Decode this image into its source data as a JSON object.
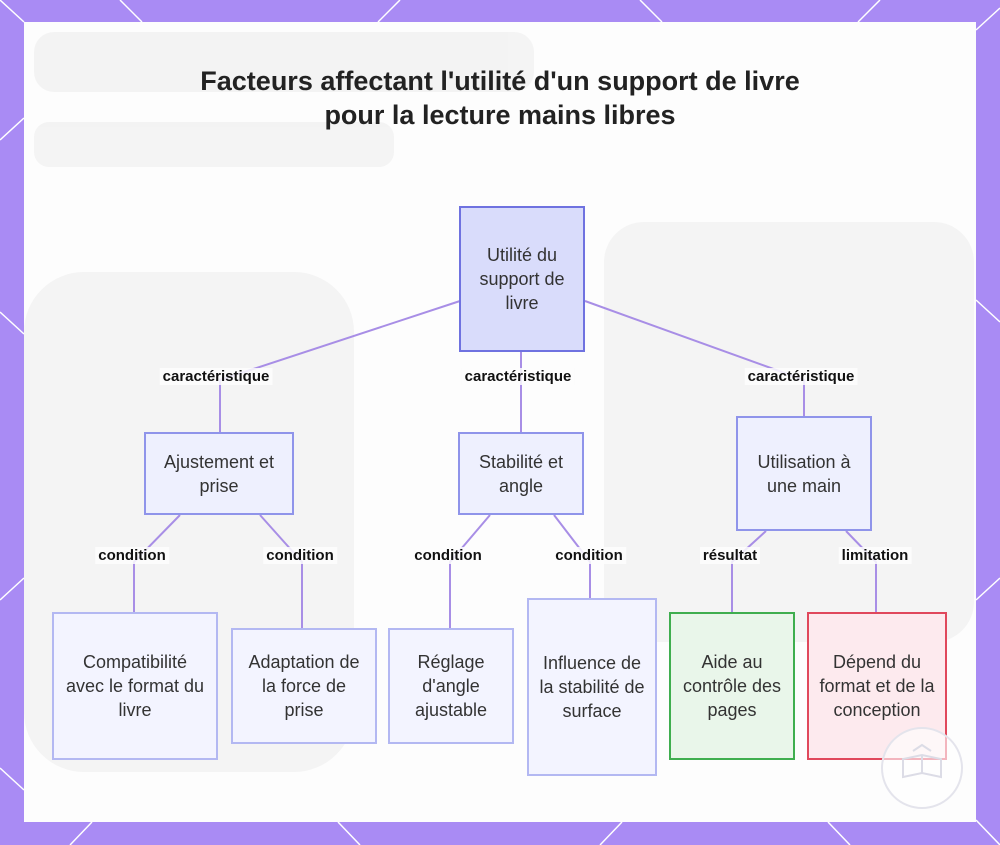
{
  "diagram": {
    "title": "Facteurs affectant l'utilité d'un support de livre pour la lecture mains libres",
    "nodes": {
      "root": "Utilité du support de livre",
      "ajustement": "Ajustement et prise",
      "stabilite": "Stabilité et angle",
      "utilisation": "Utilisation à une main",
      "compatibilite": "Compatibilité avec le format du livre",
      "adaptation": "Adaptation de la force de prise",
      "reglage": "Réglage d'angle ajustable",
      "influence": "Influence de la stabilité de surface",
      "aide": "Aide au contrôle des pages",
      "depend": "Dépend du format et de la conception"
    },
    "edges": [
      {
        "from": "root",
        "to": "ajustement",
        "label": "caractéristique"
      },
      {
        "from": "root",
        "to": "stabilite",
        "label": "caractéristique"
      },
      {
        "from": "root",
        "to": "utilisation",
        "label": "caractéristique"
      },
      {
        "from": "ajustement",
        "to": "compatibilite",
        "label": "condition"
      },
      {
        "from": "ajustement",
        "to": "adaptation",
        "label": "condition"
      },
      {
        "from": "stabilite",
        "to": "reglage",
        "label": "condition"
      },
      {
        "from": "stabilite",
        "to": "influence",
        "label": "condition"
      },
      {
        "from": "utilisation",
        "to": "aide",
        "label": "résultat"
      },
      {
        "from": "utilisation",
        "to": "depend",
        "label": "limitation"
      }
    ],
    "colors": {
      "frame": "#a98bf4",
      "edge": "#a88ee6",
      "root_border": "#6f72e0",
      "positive_border": "#3fae4f",
      "negative_border": "#e0485c"
    }
  }
}
